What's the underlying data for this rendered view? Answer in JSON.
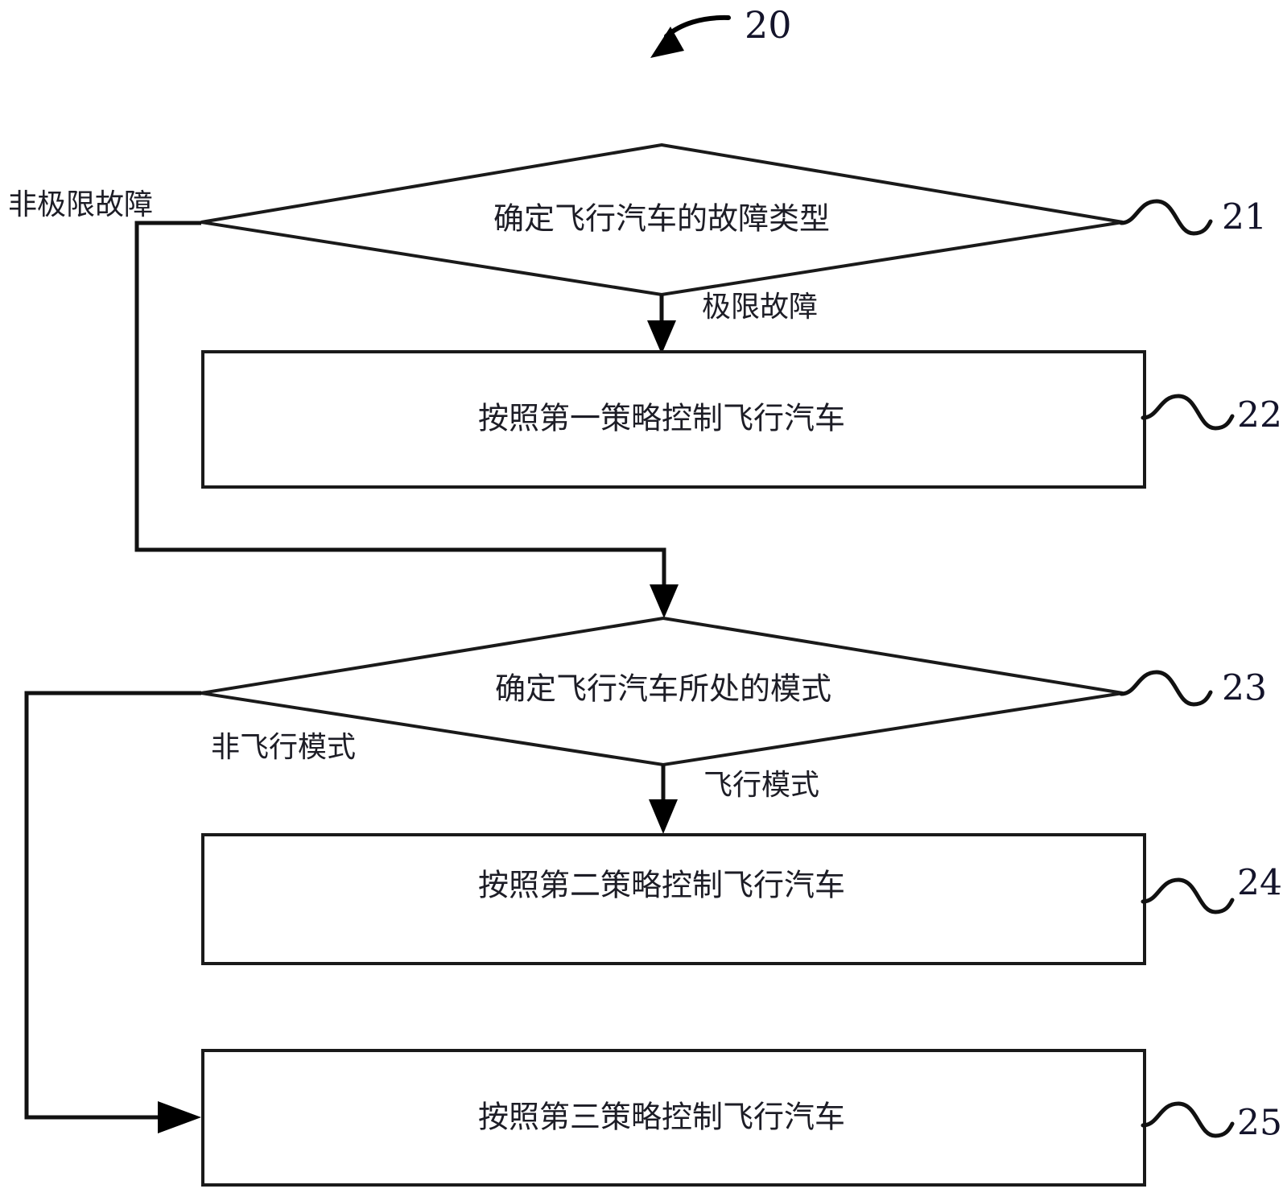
{
  "figure": {
    "figure_number": "20",
    "nodes": [
      {
        "id": "step21",
        "shape": "decision",
        "text": "确定飞行汽车的故障类型",
        "ref": "21"
      },
      {
        "id": "step22",
        "shape": "process",
        "text": "按照第一策略控制飞行汽车",
        "ref": "22"
      },
      {
        "id": "step23",
        "shape": "decision",
        "text": "确定飞行汽车所处的模式",
        "ref": "23"
      },
      {
        "id": "step24",
        "shape": "process",
        "text": "按照第二策略控制飞行汽车",
        "ref": "24"
      },
      {
        "id": "step25",
        "shape": "process",
        "text": "按照第三策略控制飞行汽车",
        "ref": "25"
      }
    ],
    "edge_labels": {
      "non_extreme_fault": "非极限故障",
      "extreme_fault": "极限故障",
      "non_flight_mode": "非飞行模式",
      "flight_mode": "飞行模式"
    },
    "colors": {
      "stroke": "#1a1a1a",
      "text": "#1d1d26",
      "background": "#ffffff",
      "ref_number": "#14142b"
    }
  }
}
